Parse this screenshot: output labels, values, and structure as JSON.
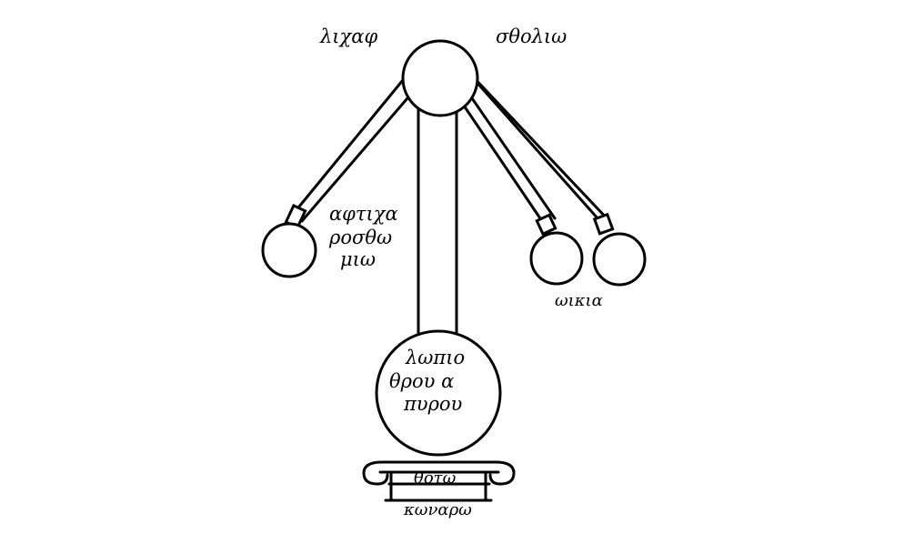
{
  "diagram": {
    "top_left_label": "λιχαφ",
    "top_right_label": "σθολιω",
    "left_label": {
      "line1": "αφτιχα",
      "line2": "ροσθω",
      "line3": "μιω"
    },
    "right_label": "ωικια",
    "base_label": {
      "line1": "λωπιο",
      "line2": "θρου α",
      "line3": "πυρου"
    },
    "plinth_label": {
      "line1": "θοτω",
      "line2": "κωναρω"
    }
  }
}
